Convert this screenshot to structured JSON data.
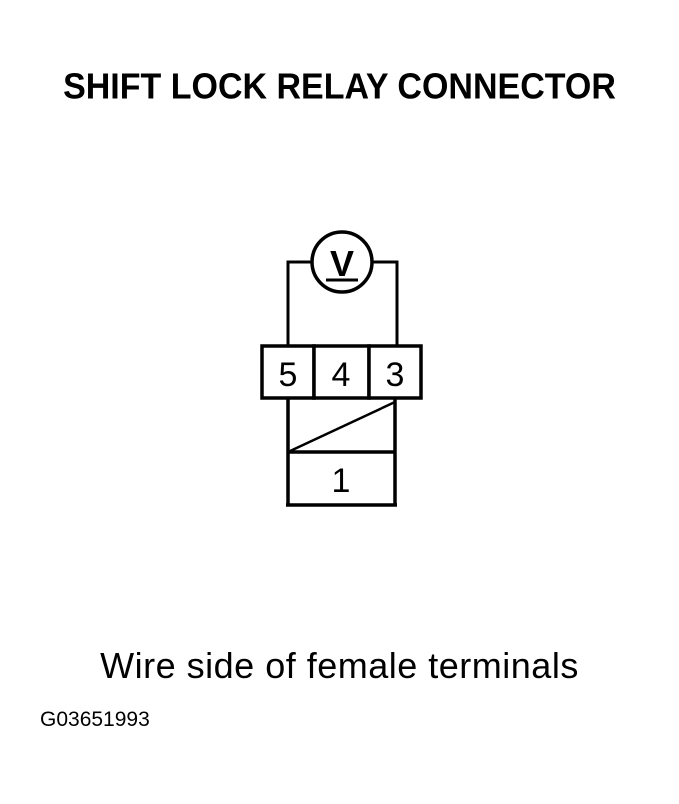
{
  "diagram": {
    "title": "SHIFT LOCK RELAY CONNECTOR",
    "meter_symbol": "V",
    "connector": {
      "top_row_pins": [
        "5",
        "4",
        "3"
      ],
      "bottom_row_pins": [
        "1"
      ]
    },
    "caption": "Wire side of female terminals",
    "figure_id": "G03651993"
  }
}
